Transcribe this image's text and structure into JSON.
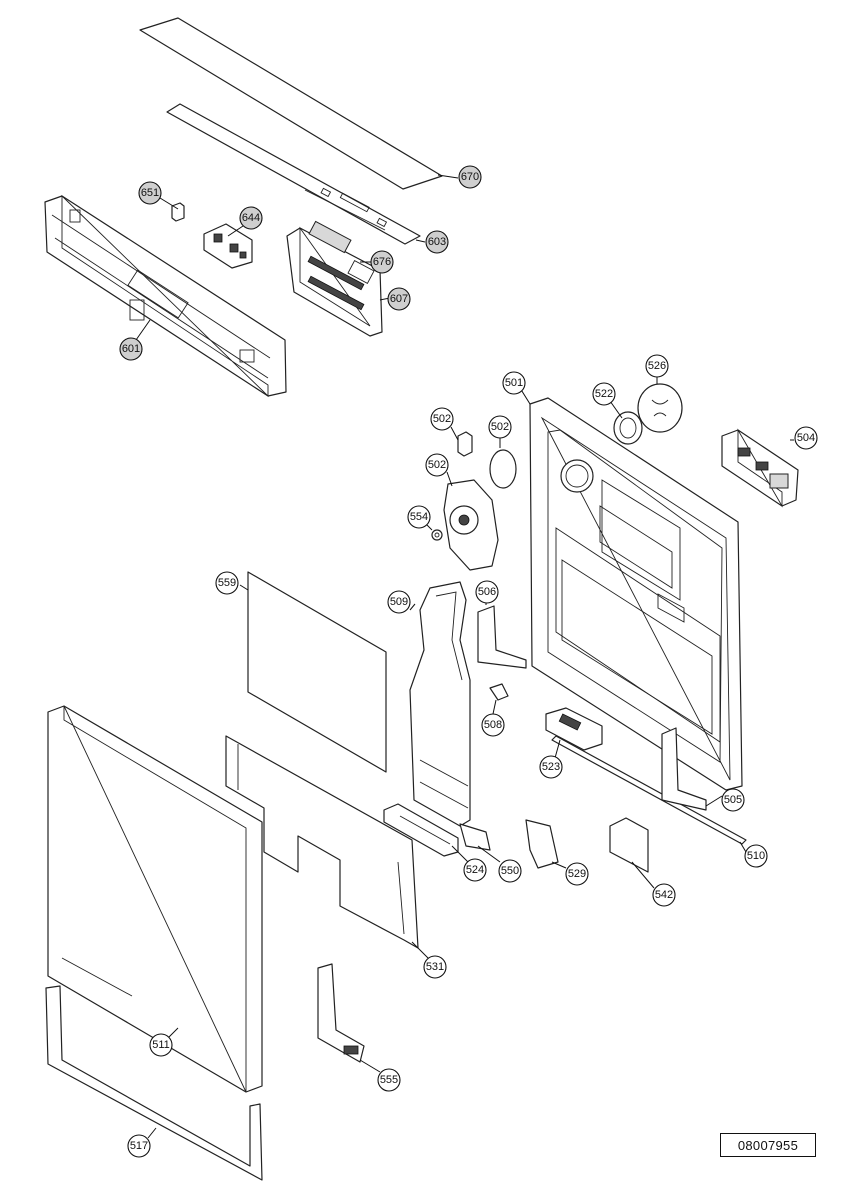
{
  "drawing_code": "08007955",
  "callouts": [
    {
      "id": "c670",
      "label": "670",
      "shaded": true
    },
    {
      "id": "c603",
      "label": "603",
      "shaded": true
    },
    {
      "id": "c651",
      "label": "651",
      "shaded": true
    },
    {
      "id": "c644",
      "label": "644",
      "shaded": true
    },
    {
      "id": "c676",
      "label": "676",
      "shaded": true
    },
    {
      "id": "c607",
      "label": "607",
      "shaded": true
    },
    {
      "id": "c601",
      "label": "601",
      "shaded": true
    },
    {
      "id": "c501",
      "label": "501",
      "shaded": false
    },
    {
      "id": "c522",
      "label": "522",
      "shaded": false
    },
    {
      "id": "c526",
      "label": "526",
      "shaded": false
    },
    {
      "id": "c504",
      "label": "504",
      "shaded": false
    },
    {
      "id": "c502a",
      "label": "502",
      "shaded": false
    },
    {
      "id": "c502b",
      "label": "502",
      "shaded": false
    },
    {
      "id": "c502c",
      "label": "502",
      "shaded": false
    },
    {
      "id": "c554",
      "label": "554",
      "shaded": false
    },
    {
      "id": "c559",
      "label": "559",
      "shaded": false
    },
    {
      "id": "c509",
      "label": "509",
      "shaded": false
    },
    {
      "id": "c506",
      "label": "506",
      "shaded": false
    },
    {
      "id": "c508",
      "label": "508",
      "shaded": false
    },
    {
      "id": "c523",
      "label": "523",
      "shaded": false
    },
    {
      "id": "c505",
      "label": "505",
      "shaded": false
    },
    {
      "id": "c510",
      "label": "510",
      "shaded": false
    },
    {
      "id": "c524",
      "label": "524",
      "shaded": false
    },
    {
      "id": "c550",
      "label": "550",
      "shaded": false
    },
    {
      "id": "c529",
      "label": "529",
      "shaded": false
    },
    {
      "id": "c542",
      "label": "542",
      "shaded": false
    },
    {
      "id": "c531",
      "label": "531",
      "shaded": false
    },
    {
      "id": "c511",
      "label": "511",
      "shaded": false
    },
    {
      "id": "c555",
      "label": "555",
      "shaded": false
    },
    {
      "id": "c517",
      "label": "517",
      "shaded": false
    }
  ]
}
